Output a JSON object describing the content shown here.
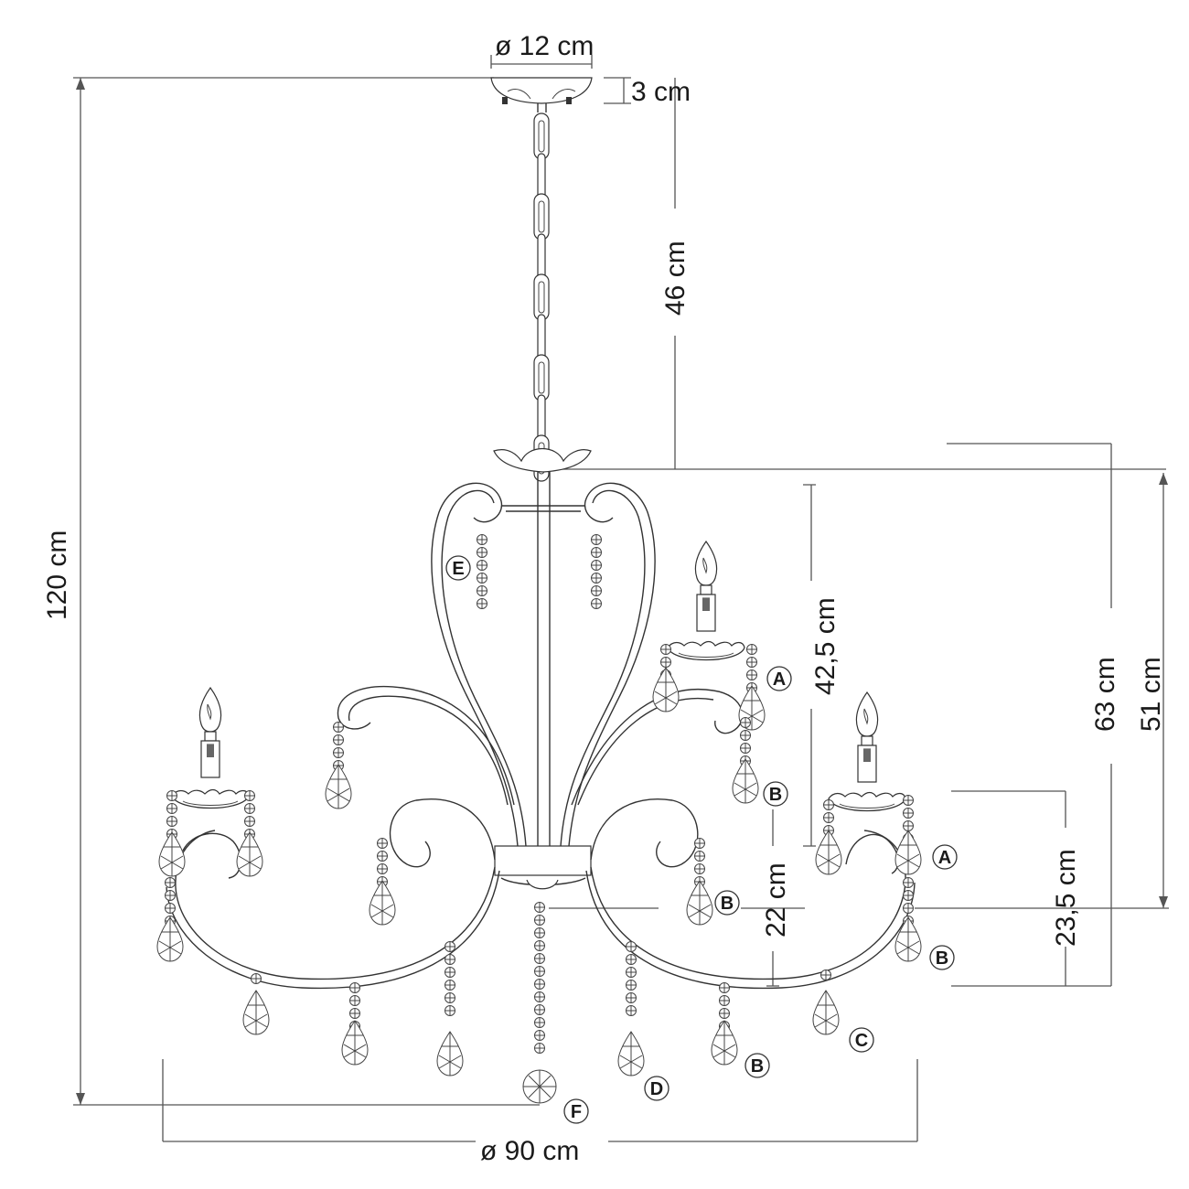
{
  "dimensions": {
    "canopy_diameter": "ø 12 cm",
    "canopy_height": "3 cm",
    "chain_length": "46 cm",
    "total_height": "120 cm",
    "body_height_63": "63 cm",
    "body_height_51": "51 cm",
    "upper_arm_height": "42,5 cm",
    "lower_arm_height": "22 cm",
    "side_arm_height": "23,5 cm",
    "total_diameter": "ø 90 cm"
  },
  "parts": {
    "a1": "A",
    "a2": "A",
    "b1": "B",
    "b2": "B",
    "b3": "B",
    "b4": "B",
    "c": "C",
    "d": "D",
    "e": "E",
    "f": "F"
  }
}
